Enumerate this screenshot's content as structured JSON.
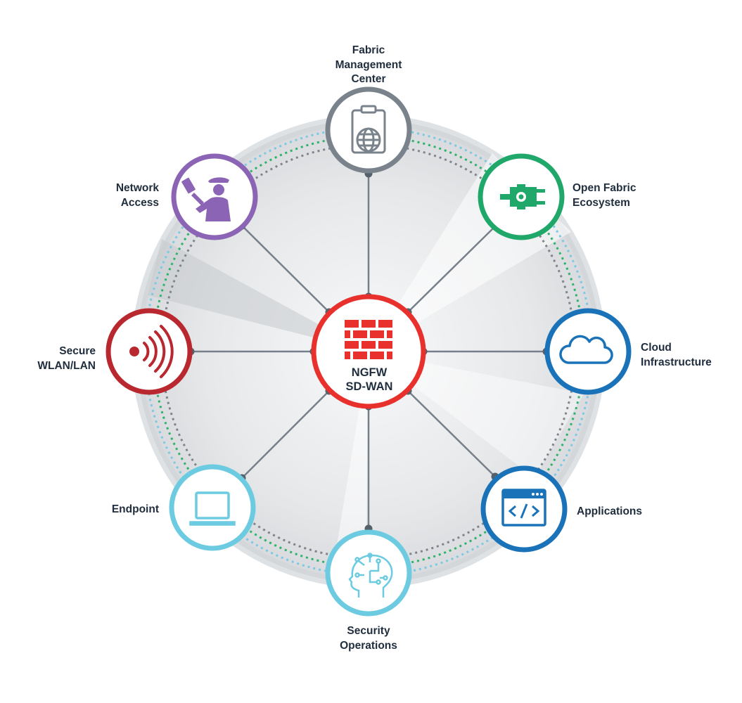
{
  "hub": {
    "lines": [
      "NGFW",
      "SD-WAN"
    ],
    "color": "#e8302d"
  },
  "nodes": [
    {
      "id": "fabric-management-center",
      "lines": [
        "Fabric",
        "Management",
        "Center"
      ],
      "color": "#7a838c",
      "icon": "clipboard-globe-icon"
    },
    {
      "id": "open-fabric-ecosystem",
      "lines": [
        "Open Fabric",
        "Ecosystem"
      ],
      "color": "#1fa869",
      "icon": "plug-gear-icon"
    },
    {
      "id": "cloud-infrastructure",
      "lines": [
        "Cloud",
        "Infrastructure"
      ],
      "color": "#1a73b8",
      "icon": "cloud-icon"
    },
    {
      "id": "applications",
      "lines": [
        "Applications"
      ],
      "color": "#1a73b8",
      "icon": "code-window-icon"
    },
    {
      "id": "security-operations",
      "lines": [
        "Security",
        "Operations"
      ],
      "color": "#6ccbe0",
      "icon": "brain-circuit-icon"
    },
    {
      "id": "endpoint",
      "lines": [
        "Endpoint"
      ],
      "color": "#6ccbe0",
      "icon": "laptop-icon"
    },
    {
      "id": "secure-wlan-lan",
      "lines": [
        "Secure",
        "WLAN/LAN"
      ],
      "color": "#b8282e",
      "icon": "wireless-signal-icon"
    },
    {
      "id": "network-access",
      "lines": [
        "Network",
        "Access"
      ],
      "color": "#8b64b5",
      "icon": "guard-officer-icon"
    }
  ],
  "ring_colors": {
    "outer_dots": "#7cc9e3",
    "middle_dots": "#2db36a",
    "inner_dots": "#7f858c",
    "connector": "#77808a"
  }
}
